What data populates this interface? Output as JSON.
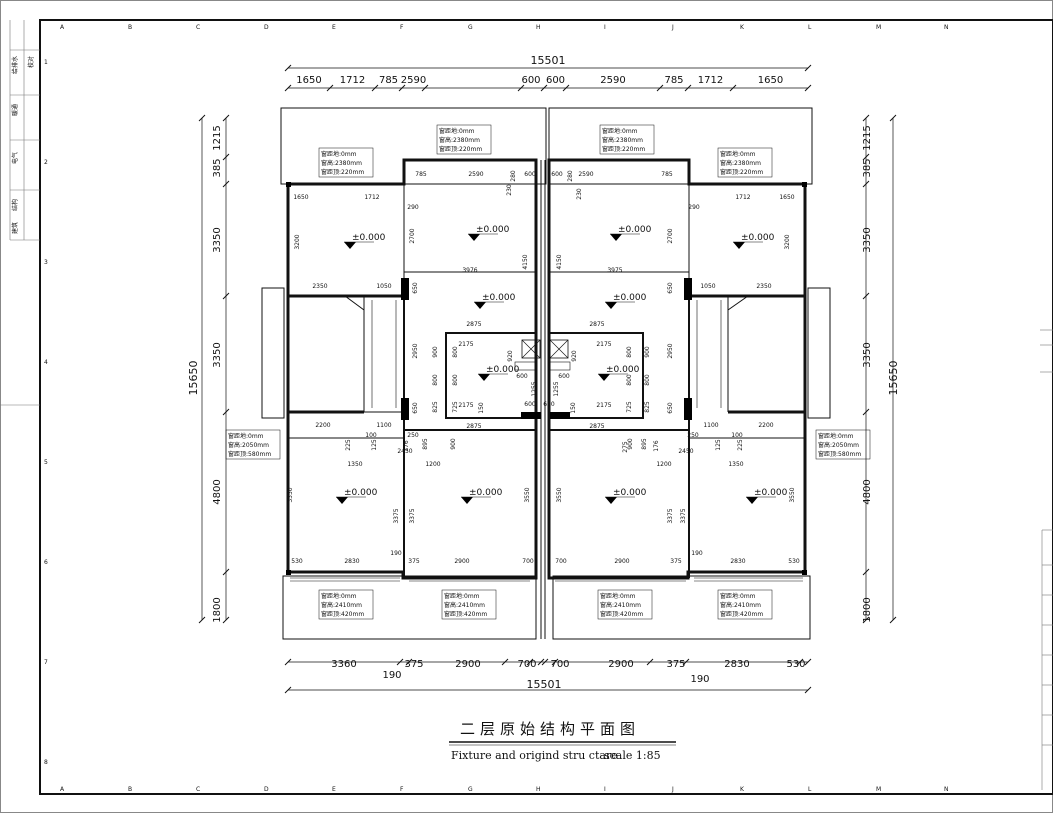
{
  "drawing": {
    "title_cn": "二层原始结构平面图",
    "title_en": "Fixture and origind stru ctare",
    "scale": "scale 1:85"
  },
  "top_dims": {
    "overall": "15501",
    "segments": [
      "1650",
      "1712",
      "785",
      "2590",
      "600",
      "600",
      "2590",
      "785",
      "1712",
      "1650"
    ]
  },
  "bottom_dims": {
    "overall": "15501",
    "segments": [
      "3360",
      "375",
      "2900",
      "700",
      "700",
      "2900",
      "375",
      "2830",
      "530"
    ],
    "offset_left": "190",
    "offset_right": "190"
  },
  "left_dims": {
    "overall": "15650",
    "segments": [
      "1215",
      "385",
      "3350",
      "3350",
      "4800",
      "1800"
    ]
  },
  "right_dims": {
    "overall": "15650",
    "segments": [
      "1215",
      "385",
      "3350",
      "3350",
      "4800",
      "1800"
    ]
  },
  "level_marks": {
    "label": "±0.000"
  },
  "window_notes": {
    "a": [
      "窗距地:0mm",
      "窗高:2380mm",
      "窗距顶:220mm"
    ],
    "b": [
      "窗距地:0mm",
      "窗高:2050mm",
      "窗距顶:580mm"
    ],
    "c": [
      "窗距地:0mm",
      "窗高:2410mm",
      "窗距顶:420mm"
    ]
  },
  "interior_dims": {
    "d1650": "1650",
    "d1712": "1712",
    "d785": "785",
    "d2590": "2590",
    "d600": "600",
    "d290": "290",
    "d230": "230",
    "d280": "280",
    "d3200": "3200",
    "d2700": "2700",
    "d4150": "4150",
    "d3976": "3976",
    "d3975": "3975",
    "d2350": "2350",
    "d1050": "1050",
    "d650": "650",
    "d2875": "2875",
    "d2175": "2175",
    "d900": "900",
    "d800": "800",
    "d920": "920",
    "d2950": "2950",
    "d1255": "1255",
    "d825": "825",
    "d725": "725",
    "d150": "150",
    "d2200": "2200",
    "d1100": "1100",
    "d250": "250",
    "d100": "100",
    "d225": "225",
    "d125": "125",
    "d176": "176",
    "d895": "895",
    "d275": "275",
    "d2450": "2450",
    "d1350": "1350",
    "d1200": "1200",
    "d3550": "3550",
    "d3375": "3375",
    "d530": "530",
    "d2830": "2830",
    "d190": "190",
    "d375": "375",
    "d2900": "2900",
    "d700": "700"
  },
  "side_strip": {
    "labels": [
      "给排水",
      "暖通",
      "电气",
      "结构",
      "建筑",
      "校对"
    ]
  },
  "grid_letters": [
    "A",
    "B",
    "C",
    "D",
    "E",
    "F",
    "G",
    "H",
    "I",
    "J",
    "K",
    "L",
    "M",
    "N"
  ],
  "grid_numbers": [
    "1",
    "2",
    "3",
    "4",
    "5",
    "6",
    "7",
    "8"
  ],
  "colors": {
    "line": "#111111",
    "background": "#ffffff",
    "column_fill": "#000000"
  }
}
